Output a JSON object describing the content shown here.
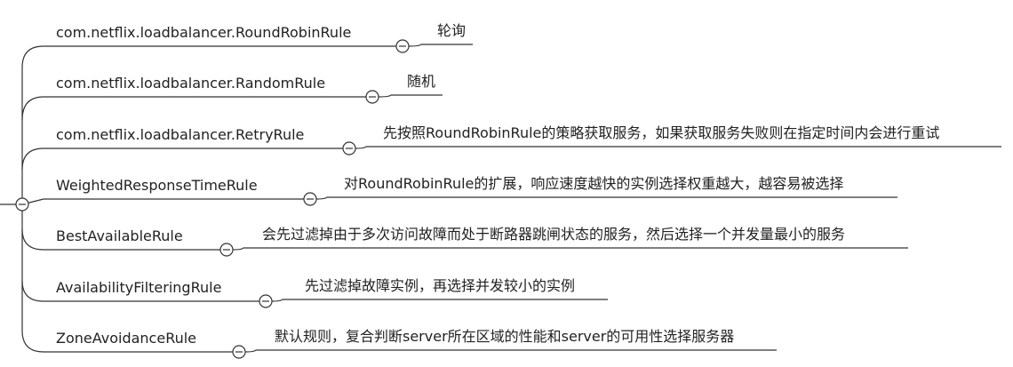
{
  "mindmap": {
    "items": [
      {
        "rule": "com.netflix.loadbalancer.RoundRobinRule",
        "desc": "轮询"
      },
      {
        "rule": "com.netflix.loadbalancer.RandomRule",
        "desc": "随机"
      },
      {
        "rule": "com.netflix.loadbalancer.RetryRule",
        "desc": "先按照RoundRobinRule的策略获取服务，如果获取服务失败则在指定时间内会进行重试"
      },
      {
        "rule": "WeightedResponseTimeRule",
        "desc": "对RoundRobinRule的扩展，响应速度越快的实例选择权重越大，越容易被选择"
      },
      {
        "rule": "BestAvailableRule",
        "desc": "会先过滤掉由于多次访问故障而处于断路器跳闸状态的服务，然后选择一个并发量最小的服务"
      },
      {
        "rule": "AvailabilityFilteringRule",
        "desc": "先过滤掉故障实例，再选择并发较小的实例"
      },
      {
        "rule": "ZoneAvoidanceRule",
        "desc": "默认规则，复合判断server所在区域的性能和server的可用性选择服务器"
      }
    ]
  },
  "colors": {
    "line": "#333333",
    "text": "#222222",
    "collapse_fill": "#ffffff"
  },
  "icons": {
    "collapse": "minus-circle-icon"
  }
}
